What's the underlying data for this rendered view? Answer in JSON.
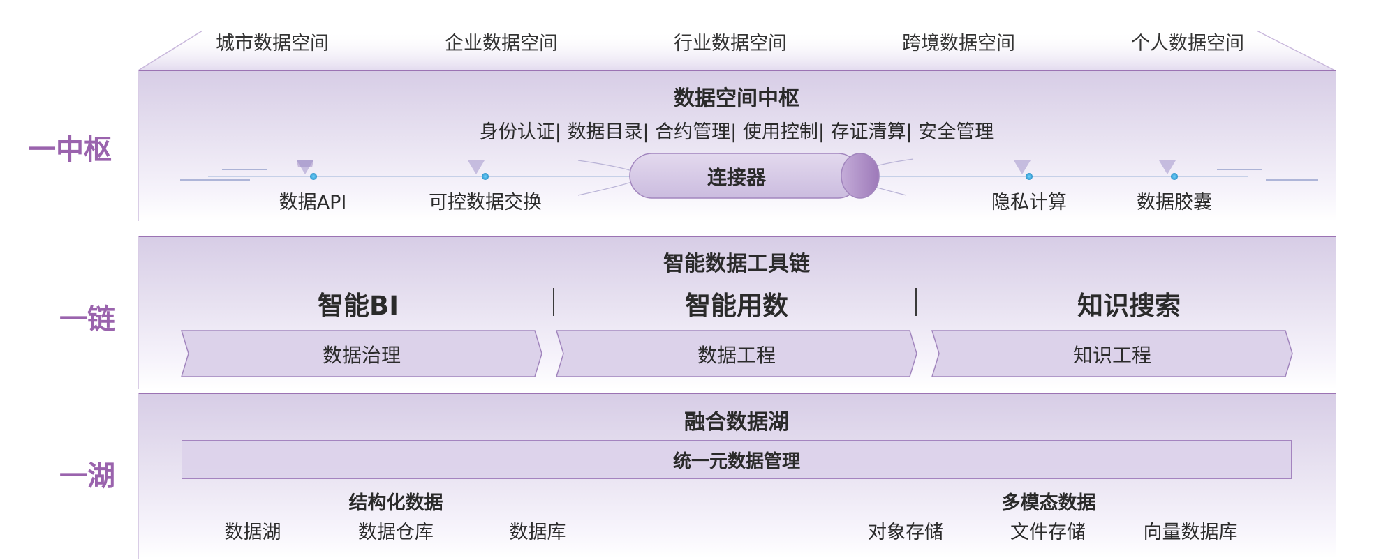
{
  "top_spaces": [
    "城市数据空间",
    "企业数据空间",
    "行业数据空间",
    "跨境数据空间",
    "个人数据空间"
  ],
  "left_labels": {
    "hub": "一中枢",
    "chain": "一链",
    "lake": "一湖"
  },
  "hub": {
    "title": "数据空间中枢",
    "functions": "身份认证| 数据目录| 合约管理| 使用控制| 存证清算| 安全管理",
    "connector": "连接器",
    "nodes": [
      "数据API",
      "可控数据交换",
      "隐私计算",
      "数据胶囊"
    ]
  },
  "chain": {
    "title": "智能数据工具链",
    "top_items": [
      "智能BI",
      "智能用数",
      "知识搜索"
    ],
    "arrows": [
      "数据治理",
      "数据工程",
      "知识工程"
    ]
  },
  "lake": {
    "title": "融合数据湖",
    "bar": "统一元数据管理",
    "structured": {
      "title": "结构化数据",
      "items": [
        "数据湖",
        "数据仓库",
        "数据库"
      ]
    },
    "multimodal": {
      "title": "多模态数据",
      "items": [
        "对象存储",
        "文件存储",
        "向量数据库"
      ]
    }
  },
  "colors": {
    "accent": "#9a63ad",
    "panel_border": "#9b73b3",
    "pill_fill": "#dcd2ea",
    "node_dot": "#3aa8d8"
  }
}
